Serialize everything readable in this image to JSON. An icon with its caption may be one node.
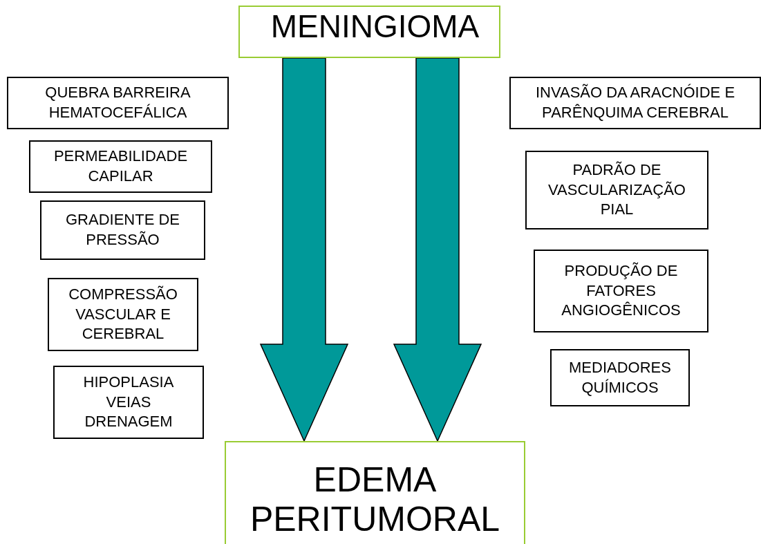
{
  "diagram": {
    "nodes": [
      {
        "text": [
          "MENINGIOMA"
        ]
      },
      {
        "text": [
          "QUEBRA BARREIRA HEMATOCEFÁLICA"
        ]
      },
      {
        "text": [
          "PERMEABILIDADE CAPILAR"
        ]
      },
      {
        "text": [
          "GRADIENTE DE PRESSÃO"
        ]
      },
      {
        "text": [
          "COMPRESSÃO VASCULAR E CEREBRAL"
        ]
      },
      {
        "text": [
          "HIPOPLASIA VEIAS DRENAGEM"
        ]
      },
      {
        "text": [
          "INVASÃO DA ARACNÓIDE E PARÊNQUIMA CEREBRAL"
        ]
      },
      {
        "text": [
          "PADRÃO DE VASCULARIZAÇÃO PIAL"
        ]
      },
      {
        "text": [
          "PRODUÇÃO DE FATORES ANGIOGÊNICOS"
        ]
      },
      {
        "text": [
          "MEDIADORES QUÍMICOS"
        ]
      },
      {
        "text": [
          "EDEMA PERITUMORAL"
        ]
      }
    ],
    "edges": [
      {
        "from": 0,
        "to": 10,
        "arrow": "to",
        "style": "thick"
      },
      {
        "from": 0,
        "to": 10,
        "arrow": "to",
        "style": "thick"
      }
    ]
  }
}
